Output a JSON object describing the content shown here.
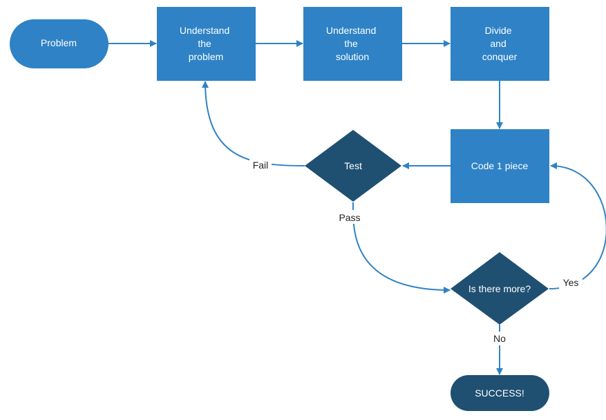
{
  "colors": {
    "process_fill": "#2e82c5",
    "decision_fill": "#1f5072",
    "terminal_dark_fill": "#1f5072",
    "arrow": "#2f82c4",
    "text_light": "#ffffff",
    "label_text": "#222222"
  },
  "nodes": {
    "problem": {
      "lines": [
        "Problem"
      ]
    },
    "understand_problem": {
      "lines": [
        "Understand",
        "the",
        "problem"
      ]
    },
    "understand_solution": {
      "lines": [
        "Understand",
        "the",
        "solution"
      ]
    },
    "divide_conquer": {
      "lines": [
        "Divide",
        "and",
        "conquer"
      ]
    },
    "code_piece": {
      "lines": [
        "Code 1 piece"
      ]
    },
    "test": {
      "lines": [
        "Test"
      ]
    },
    "more": {
      "lines": [
        "Is there more?"
      ]
    },
    "success": {
      "lines": [
        "SUCCESS!"
      ]
    }
  },
  "edge_labels": {
    "fail": "Fail",
    "pass": "Pass",
    "yes": "Yes",
    "no": "No"
  }
}
